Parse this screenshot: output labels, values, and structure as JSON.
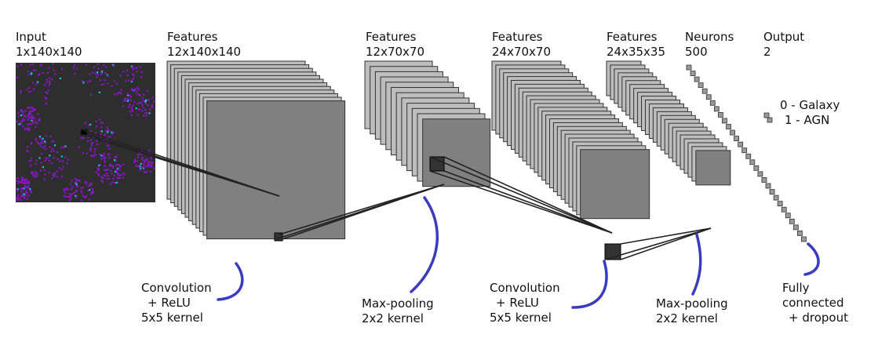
{
  "labels": {
    "input": {
      "title": "Input",
      "size": "1x140x140"
    },
    "features1": {
      "title": "Features",
      "size": "12x140x140"
    },
    "features2": {
      "title": "Features",
      "size": "12x70x70"
    },
    "features3": {
      "title": "Features",
      "size": "24x70x70"
    },
    "features4": {
      "title": "Features",
      "size": "24x35x35"
    },
    "neurons": {
      "title": "Neurons",
      "size": "500"
    },
    "output": {
      "title": "Output",
      "size": "2"
    }
  },
  "classes": [
    "0 - Galaxy",
    "1 - AGN"
  ],
  "operations": [
    {
      "id": "conv1",
      "lines": [
        "Convolution",
        "+ ReLU",
        "5x5 kernel"
      ]
    },
    {
      "id": "pool1",
      "lines": [
        "Max-pooling",
        "2x2 kernel"
      ]
    },
    {
      "id": "conv2",
      "lines": [
        "Convolution",
        "+ ReLU",
        "5x5 kernel"
      ]
    },
    {
      "id": "pool2",
      "lines": [
        "Max-pooling",
        "2x2 kernel"
      ]
    },
    {
      "id": "fc",
      "lines": [
        "Fully",
        "connected",
        "+ dropout"
      ]
    }
  ],
  "colors": {
    "stack_fill": "#808080",
    "stack_back": "#bdbdbd",
    "stack_stroke": "#333333",
    "curve": "#3b3bbf",
    "input_bg": "#2e2e2e",
    "input_purple": "#8a14c8",
    "input_cyan": "#17c9d6"
  }
}
